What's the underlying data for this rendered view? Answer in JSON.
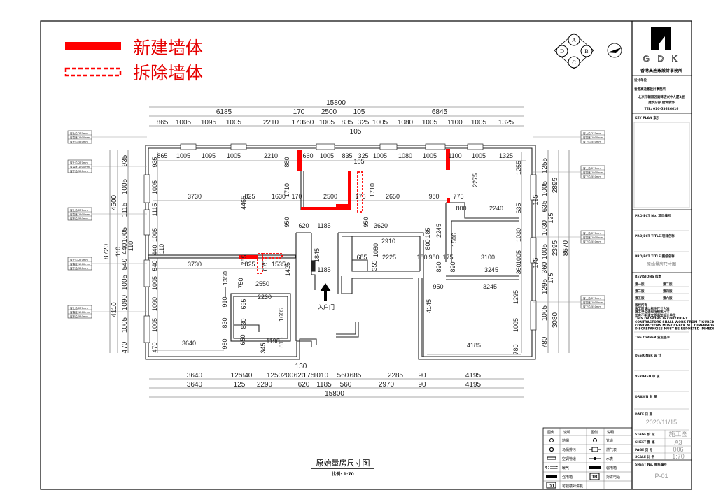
{
  "legend_key": {
    "new_wall": "新建墙体",
    "demolished_wall": "拆除墙体",
    "new_wall_color": "#ff0000"
  },
  "compass": {
    "letters": [
      "A",
      "B",
      "C",
      "D"
    ]
  },
  "window_tag": [
    "窗上沿:270mm",
    "窗高度:1900mm",
    "窗下沿:550mm"
  ],
  "plan": {
    "entrance_label": "入户门",
    "title": "原始量房尺寸图",
    "scale_label": "比例: 1:70",
    "top": {
      "total": "15800",
      "row2": [
        "6185",
        "170",
        "2500",
        "105",
        "6845"
      ],
      "row3": [
        "865",
        "1005",
        "1095",
        "1005",
        "2210",
        "170",
        "660",
        "1005",
        "835",
        "325",
        "1005",
        "1080",
        "1005",
        "1100",
        "1005",
        "1325"
      ],
      "extra": "105"
    },
    "bottom": {
      "small": "130",
      "row1": [
        "3640",
        "125",
        "840",
        "1250",
        "200",
        "620",
        "175",
        "1010",
        "560",
        "685",
        "2285",
        "90",
        "4195"
      ],
      "row2": [
        "3640",
        "125",
        "2290",
        "620",
        "1185",
        "560",
        "2970",
        "90",
        "4195"
      ],
      "total": "15800"
    },
    "left": {
      "inner": [
        "935",
        "1005",
        "1115",
        "1005",
        "440",
        "540",
        "1005",
        "1090",
        "1005",
        "470"
      ],
      "mid": [
        "4500",
        "4110"
      ],
      "small": [
        "110",
        "110"
      ],
      "total": "8720"
    },
    "right": {
      "inner": [
        "1255",
        "1005",
        "635",
        "1030",
        "1005",
        "360",
        "1295",
        "1005",
        "780"
      ],
      "mid": [
        "2895",
        "2395",
        "3080"
      ],
      "small": [
        "125",
        "125",
        "175",
        "175"
      ],
      "total": "8670"
    },
    "interior": [
      "865",
      "1005",
      "1095",
      "1005",
      "2210",
      "880",
      "660",
      "1005",
      "835",
      "325",
      "105",
      "1005",
      "1080",
      "1005",
      "1100",
      "1005",
      "1325",
      "1255",
      "935",
      "1005",
      "1115",
      "1005",
      "440",
      "110",
      "540",
      "1005",
      "1090",
      "1005",
      "470",
      "3730",
      "825",
      "4465",
      "1630",
      "1710",
      "170",
      "2500",
      "175",
      "1710",
      "2650",
      "980",
      "775",
      "2275",
      "800",
      "2240",
      "635",
      "950",
      "620",
      "1185",
      "950",
      "3620",
      "2910",
      "1080",
      "685",
      "2225",
      "180",
      "980",
      "175",
      "3100",
      "1030",
      "1005",
      "1506",
      "2245",
      "800",
      "185",
      "355",
      "3730",
      "825",
      "785",
      "675",
      "1535",
      "1425",
      "1845",
      "1185",
      "890",
      "890",
      "3245",
      "360",
      "2550",
      "750",
      "1350",
      "2230",
      "910",
      "695",
      "830",
      "830",
      "1605",
      "980",
      "650",
      "1190",
      "815",
      "345",
      "3640",
      "950",
      "3245",
      "1295",
      "4145",
      "1005",
      "4185",
      "780"
    ]
  },
  "symbols_legend": {
    "headers": [
      "图例",
      "说明",
      "图例",
      "说明"
    ],
    "rows": [
      [
        "地漏",
        "管道"
      ],
      [
        "马桶排污",
        "燃气表"
      ],
      [
        "空调管道",
        "水表"
      ],
      [
        "暖气",
        "弱电箱"
      ],
      [
        "强电箱",
        "对讲电话"
      ],
      [
        "可视楼对讲机",
        ""
      ]
    ],
    "tr_label": "TR",
    "dj_label": "DJ"
  },
  "title_block": {
    "logo_text": "G D K",
    "company": "香港高迪愙設計事務所",
    "design_unit_label": "设计单位",
    "design_unit_name": "香港高迪愙設計事務所",
    "address": "北京市朝阳区高碑店兴中大厦3层",
    "sub": "建筑分部  建筑装饰",
    "tel": "TEL: 010-53626619",
    "key_plan": "KEY PLAN 索引",
    "project_no": "PROJECT No. 项目编号",
    "project_title": "PROJECT TITLE 项目名称",
    "drawing_title_label": "PROJECT TITLE 图纸名称",
    "drawing_title": "原始量房尺寸图",
    "revisions": "REVISIONS 版本",
    "rev_cells": [
      "第一版",
      "第二版",
      "第三版",
      "第四版",
      "第五版",
      "第六版"
    ],
    "notes": [
      "版权所有",
      "施工时请以标注尺寸为准",
      "施工单位请现场校核尺寸",
      "如有不明请立即通知设计单位",
      "THIS DRAWING IS COPYRIGHT",
      "CONTRACTORS SHALL WORK FROM FIGURED DIMENSIONS ONLY",
      "CONTRACTORS MUST CHECK ALL DIMENSIONS ON SITE",
      "DISCREPANCIES MUST BE REPORTED IMMEDIATELY TO ARCHITECTS"
    ],
    "owner": "THE OWNER 业主签字",
    "designer": "DESIGNER 设 计",
    "verified": "VERIFIED 审 核",
    "drawn": "DRAWN 制 图",
    "date_label": "DATE 日 期",
    "date": "2020/11/15",
    "stage_label": "STAGE 阶 段",
    "stage": "施工图",
    "sheet_label": "SHEET 图 幅",
    "sheet": "A3",
    "page_label": "PAGE 页 号",
    "page": "006",
    "scale_label": "SCALE 比 例",
    "scale": "1:70",
    "sheet_no_label": "SHEET No. 图纸编号",
    "sheet_no": "P-01"
  }
}
